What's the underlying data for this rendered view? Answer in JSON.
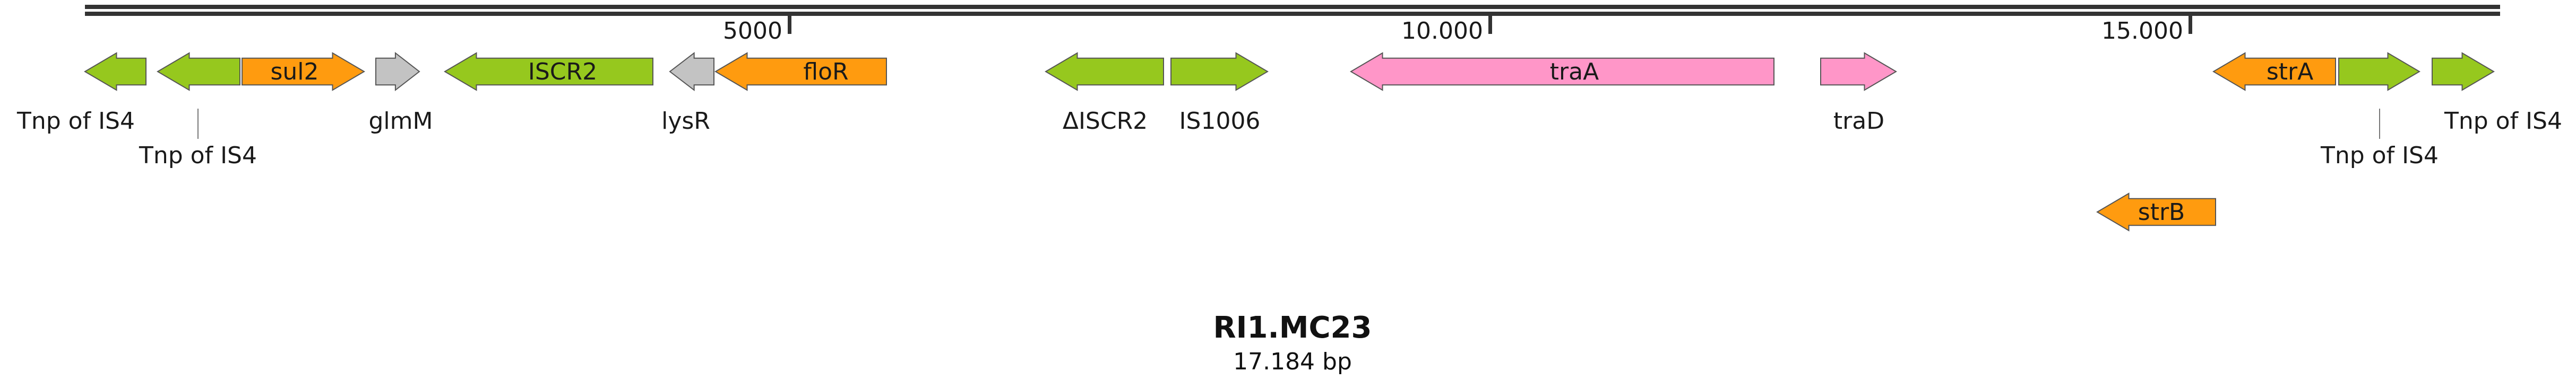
{
  "colors": {
    "green": "#96c81e",
    "orange": "#ff9b0f",
    "gray": "#c3c3c3",
    "pink": "#ff96c8",
    "outline": "#555555",
    "backbone": "#333333"
  },
  "map": {
    "name": "RI1.MC23",
    "length_label": "17.184 bp",
    "ticks": [
      {
        "label": "5000"
      },
      {
        "label": "10.000"
      },
      {
        "label": "15.000"
      }
    ]
  },
  "genes": [
    {
      "id": "tnp-is4-1",
      "color": "green",
      "strand": "-",
      "text": ""
    },
    {
      "id": "tnp-is4-2",
      "color": "green",
      "strand": "-",
      "text": ""
    },
    {
      "id": "sul2",
      "color": "orange",
      "strand": "+",
      "text": "sul2"
    },
    {
      "id": "glmm",
      "color": "gray",
      "strand": "+",
      "text": ""
    },
    {
      "id": "iscr2",
      "color": "green",
      "strand": "-",
      "text": "ISCR2"
    },
    {
      "id": "lysr",
      "color": "gray",
      "strand": "-",
      "text": ""
    },
    {
      "id": "flor",
      "color": "orange",
      "strand": "-",
      "text": "floR"
    },
    {
      "id": "delta-iscr2",
      "color": "green",
      "strand": "-",
      "text": ""
    },
    {
      "id": "is1006",
      "color": "green",
      "strand": "+",
      "text": ""
    },
    {
      "id": "traa",
      "color": "pink",
      "strand": "-",
      "text": "traA"
    },
    {
      "id": "trad",
      "color": "pink",
      "strand": "+",
      "text": ""
    },
    {
      "id": "strb",
      "color": "orange",
      "strand": "-",
      "text": "strB"
    },
    {
      "id": "stra",
      "color": "orange",
      "strand": "-",
      "text": "strA"
    },
    {
      "id": "tnp-is4-3",
      "color": "green",
      "strand": "+",
      "text": ""
    },
    {
      "id": "tnp-is4-4",
      "color": "green",
      "strand": "+",
      "text": ""
    }
  ],
  "labels": [
    {
      "id": "tnp-is4-a",
      "text": "Tnp of IS4"
    },
    {
      "id": "tnp-is4-b",
      "text": "Tnp of IS4"
    },
    {
      "id": "glmm",
      "text": "glmM"
    },
    {
      "id": "lysr",
      "text": "lysR"
    },
    {
      "id": "delta-iscr2",
      "text": "ΔISCR2"
    },
    {
      "id": "is1006",
      "text": "IS1006"
    },
    {
      "id": "trad",
      "text": "traD"
    },
    {
      "id": "tnp-is4-c",
      "text": "Tnp of IS4"
    },
    {
      "id": "tnp-is4-d",
      "text": "Tnp of IS4"
    }
  ]
}
